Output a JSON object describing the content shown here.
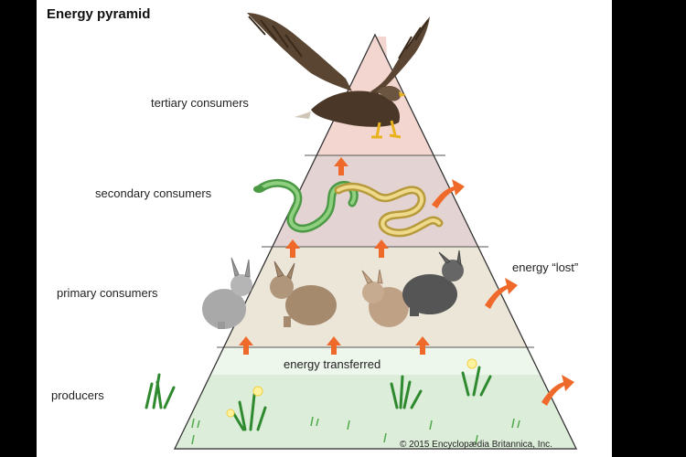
{
  "title": "Energy pyramid",
  "levels": {
    "tertiary": "tertiary consumers",
    "secondary": "secondary consumers",
    "primary": "primary consumers",
    "producers": "producers"
  },
  "annotations": {
    "energy_lost": "energy “lost”",
    "energy_transferred": "energy transferred"
  },
  "credit": "© 2015 Encyclopædia Britannica, Inc.",
  "icons": [
    "eagle-icon",
    "snake-icon",
    "rabbit-icon",
    "grass-icon",
    "dandelion-icon",
    "arrow-up-icon",
    "arrow-curved-icon"
  ],
  "colors": {
    "tertiary_band": "#f3d6d0",
    "secondary_band": "#e6d8d6",
    "primary_band": "#ece6d8",
    "producer_band": "#dcedd9",
    "arrow": "#ef6a2a"
  }
}
